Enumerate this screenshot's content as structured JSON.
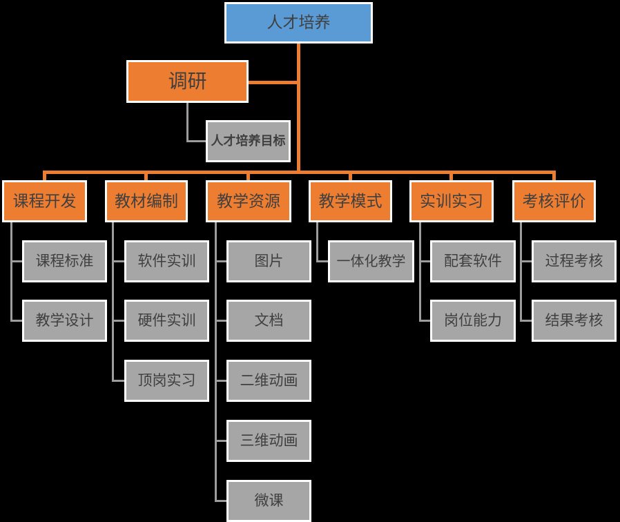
{
  "diagram": {
    "root": {
      "label": "人才培养"
    },
    "research": {
      "label": "调研"
    },
    "research_target": {
      "label": "人才培养目标"
    },
    "branches": [
      {
        "label": "课程开发",
        "children": [
          "课程标准",
          "教学设计"
        ]
      },
      {
        "label": "教材编制",
        "children": [
          "软件实训",
          "硬件实训",
          "顶岗实习"
        ]
      },
      {
        "label": "教学资源",
        "children": [
          "图片",
          "文档",
          "二维动画",
          "三维动画",
          "微课"
        ]
      },
      {
        "label": "教学模式",
        "children": [
          "一体化教学"
        ]
      },
      {
        "label": "实训实习",
        "children": [
          "配套软件",
          "岗位能力"
        ]
      },
      {
        "label": "考核评价",
        "children": [
          "过程考核",
          "结果考核"
        ]
      }
    ],
    "colors": {
      "root_fill": "#5B9BD5",
      "branch_fill": "#ED7D31",
      "leaf_fill": "#A6A6A6",
      "connector_orange": "#ED7D31",
      "connector_gray": "#9D9D9D",
      "node_border": "#FFFFFF",
      "text": "#3F3F3F",
      "background": "#000000"
    }
  }
}
